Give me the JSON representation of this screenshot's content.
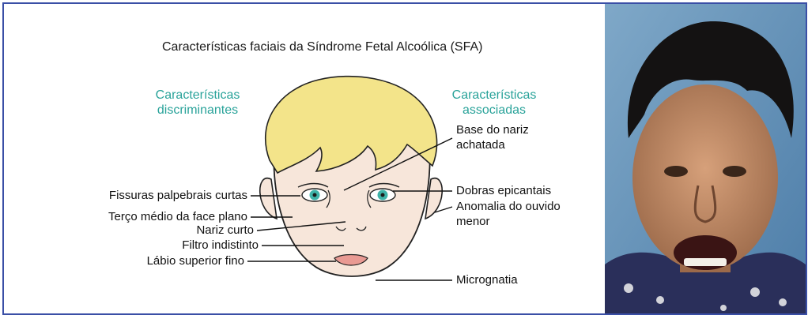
{
  "title": "Características faciais da Síndrome Fetal Alcoólica (SFA)",
  "headings": {
    "left": [
      "Características",
      "discriminantes"
    ],
    "right": [
      "Características",
      "associadas"
    ]
  },
  "left_labels": [
    "Fissuras palpebrais curtas",
    "Terço médio da face plano",
    "Nariz curto",
    "Filtro indistinto",
    "Lábio superior fino"
  ],
  "right_labels": {
    "nose_base": [
      "Base do nariz",
      "achatada"
    ],
    "epicanthal": "Dobras epicantais",
    "ear": [
      "Anomalia do ouvido",
      "menor"
    ],
    "jaw": "Micrognatia"
  },
  "colors": {
    "heading": "#2aa39a",
    "hair": "#f3e48a",
    "skin": "#f7e6da",
    "iris": "#3fb3a8",
    "lips": "#e99a93",
    "frame": "#3a4fa6"
  },
  "photo": {
    "description_icon": "child-portrait-photo"
  }
}
